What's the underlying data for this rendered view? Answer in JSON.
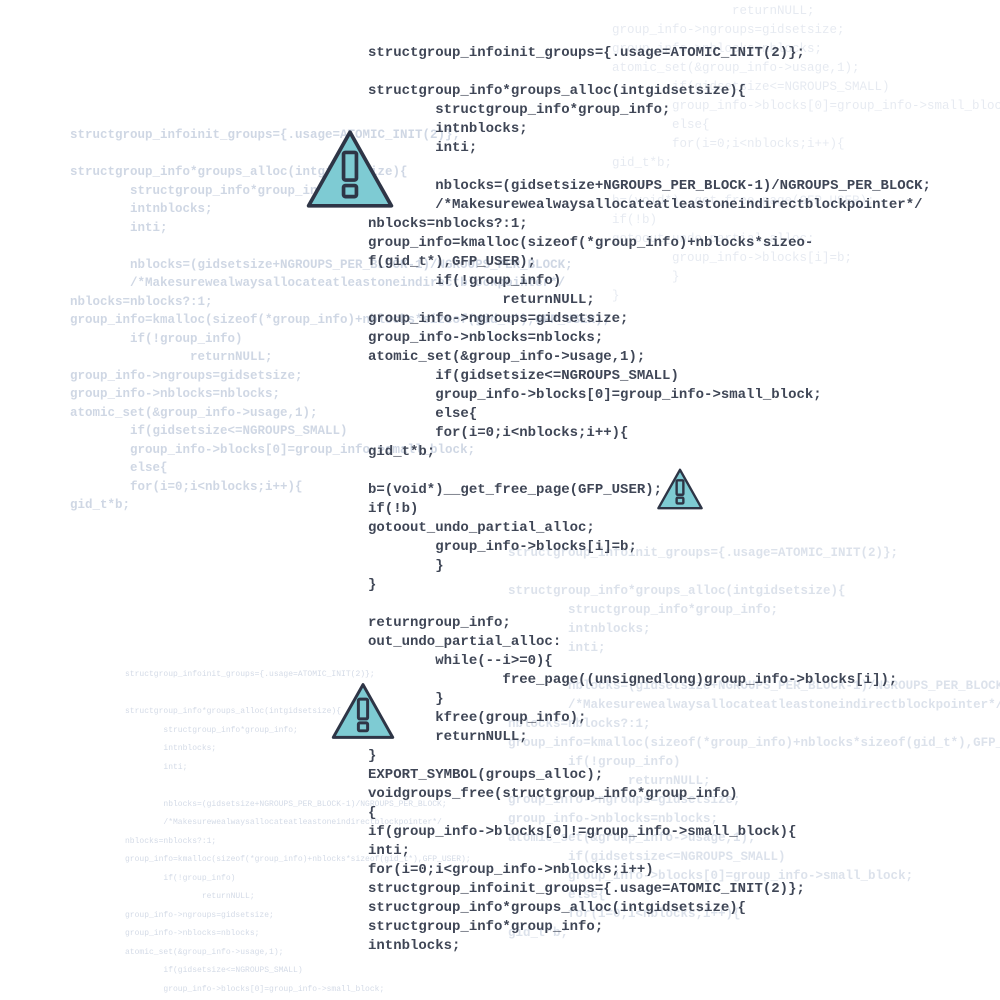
{
  "colors": {
    "background": "#ffffff",
    "main_code": "#3f4656",
    "ghost_code": "#a9b7cf",
    "warning_fill": "#7ecbd3",
    "warning_stroke": "#2e3546"
  },
  "icons": [
    "warning-icon",
    "warning-icon",
    "warning-icon"
  ],
  "main_code": [
    "structgroup_infoinit_groups={.usage=ATOMIC_INIT(2)};",
    "",
    "structgroup_info*groups_alloc(intgidsetsize){",
    "        structgroup_info*group_info;",
    "        intnblocks;",
    "        inti;",
    "",
    "        nblocks=(gidsetsize+NGROUPS_PER_BLOCK-1)/NGROUPS_PER_BLOCK;",
    "        /*Makesurewealwaysallocateatleastoneindirectblockpointer*/",
    "nblocks=nblocks?:1;",
    "group_info=kmalloc(sizeof(*group_info)+nblocks*sizeo-",
    "f(gid_t*),GFP_USER);",
    "        if(!group_info)",
    "                returnNULL;",
    "group_info->ngroups=gidsetsize;",
    "group_info->nblocks=nblocks;",
    "atomic_set(&group_info->usage,1);",
    "        if(gidsetsize<=NGROUPS_SMALL)",
    "        group_info->blocks[0]=group_info->small_block;",
    "        else{",
    "        for(i=0;i<nblocks;i++){",
    "gid_t*b;",
    "",
    "b=(void*)__get_free_page(GFP_USER);",
    "if(!b)",
    "gotoout_undo_partial_alloc;",
    "        group_info->blocks[i]=b;",
    "        }",
    "}",
    "",
    "returngroup_info;",
    "out_undo_partial_alloc:",
    "        while(--i>=0){",
    "                free_page((unsignedlong)group_info->blocks[i]);",
    "        }",
    "        kfree(group_info);",
    "        returnNULL;",
    "}",
    "EXPORT_SYMBOL(groups_alloc);",
    "voidgroups_free(structgroup_info*group_info)",
    "{",
    "if(group_info->blocks[0]!=group_info->small_block){",
    "inti;",
    "for(i=0;i<group_info->nblocks;i++)",
    "structgroup_infoinit_groups={.usage=ATOMIC_INIT(2)};",
    "structgroup_info*groups_alloc(intgidsetsize){",
    "structgroup_info*group_info;",
    "intnblocks;"
  ],
  "ghost_left": [
    "structgroup_infoinit_groups={.usage=ATOMIC_INIT(2)};",
    "",
    "structgroup_info*groups_alloc(intgidsetsize){",
    "        structgroup_info*group_info;",
    "        intnblocks;",
    "        inti;",
    "",
    "        nblocks=(gidsetsize+NGROUPS_PER_BLOCK-1)/NGROUPS_PER_BLOCK;",
    "        /*Makesurewealwaysallocateatleastoneindirectblockpointer*/",
    "nblocks=nblocks?:1;",
    "group_info=kmalloc(sizeof(*group_info)+nblocks*sizeof(gid_t*),GFP_USER);",
    "        if(!group_info)",
    "                returnNULL;",
    "group_info->ngroups=gidsetsize;",
    "group_info->nblocks=nblocks;",
    "atomic_set(&group_info->usage,1);",
    "        if(gidsetsize<=NGROUPS_SMALL)",
    "        group_info->blocks[0]=group_info->small_block;",
    "        else{",
    "        for(i=0;i<nblocks;i++){",
    "gid_t*b;"
  ],
  "ghost_topright": [
    "                returnNULL;",
    "group_info->ngroups=gidsetsize;",
    "group_info->nblocks=nblocks;",
    "atomic_set(&group_info->usage,1);",
    "        if(gidsetsize<=NGROUPS_SMALL)",
    "        group_info->blocks[0]=group_info->small_block;",
    "        else{",
    "        for(i=0;i<nblocks;i++){",
    "gid_t*b;",
    "",
    "b=(void*)__get_free_page(GFP_USER);",
    "if(!b)",
    "gotoout_undo_partial_alloc;",
    "        group_info->blocks[i]=b;",
    "        }",
    "}"
  ],
  "ghost_midright": [
    "structgroup_infoinit_groups={.usage=ATOMIC_INIT(2)};",
    "",
    "structgroup_info*groups_alloc(intgidsetsize){",
    "        structgroup_info*group_info;",
    "        intnblocks;",
    "        inti;",
    "",
    "        nblocks=(gidsetsize+NGROUPS_PER_BLOCK-1)/NGROUPS_PER_BLOCK;",
    "        /*Makesurewealwaysallocateatleastoneindirectblockpointer*/",
    "nblocks=nblocks?:1;",
    "group_info=kmalloc(sizeof(*group_info)+nblocks*sizeof(gid_t*),GFP_USER);",
    "        if(!group_info)",
    "                returnNULL;",
    "group_info->ngroups=gidsetsize;",
    "group_info->nblocks=nblocks;",
    "atomic_set(&group_info->usage,1);",
    "        if(gidsetsize<=NGROUPS_SMALL)",
    "        group_info->blocks[0]=group_info->small_block;",
    "        else{",
    "        for(i=0;i<nblocks;i++){",
    "gid_t*b;"
  ],
  "ghost_small": [
    "structgroup_infoinit_groups={.usage=ATOMIC_INIT(2)};",
    "",
    "structgroup_info*groups_alloc(intgidsetsize){",
    "        structgroup_info*group_info;",
    "        intnblocks;",
    "        inti;",
    "",
    "        nblocks=(gidsetsize+NGROUPS_PER_BLOCK-1)/NGROUPS_PER_BLOCK;",
    "        /*Makesurewealwaysallocateatleastoneindirectblockpointer*/",
    "nblocks=nblocks?:1;",
    "group_info=kmalloc(sizeof(*group_info)+nblocks*sizeof(gid_t*),GFP_USER);",
    "        if(!group_info)",
    "                returnNULL;",
    "group_info->ngroups=gidsetsize;",
    "group_info->nblocks=nblocks;",
    "atomic_set(&group_info->usage,1);",
    "        if(gidsetsize<=NGROUPS_SMALL)",
    "        group_info->blocks[0]=group_info->small_block;"
  ]
}
